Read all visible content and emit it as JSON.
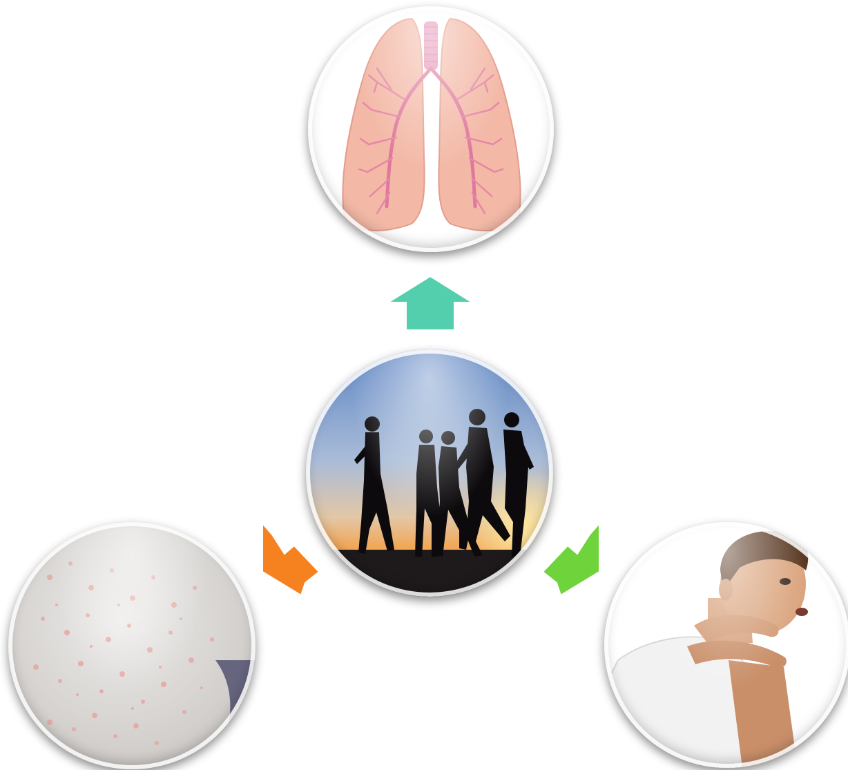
{
  "diagram": {
    "center": {
      "icon": "running-people-silhouette-icon"
    },
    "outer_nodes": [
      {
        "id": "lungs",
        "icon": "lungs-icon",
        "arrow_color": "#54cfae"
      },
      {
        "id": "rash",
        "icon": "skin-rash-icon",
        "arrow_color": "#f5821f"
      },
      {
        "id": "cough",
        "icon": "man-choking-icon",
        "arrow_color": "#6fd33b"
      }
    ]
  }
}
